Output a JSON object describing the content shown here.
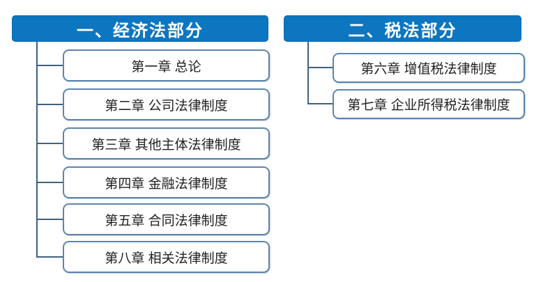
{
  "theme": {
    "header_bg": "#0d76c1",
    "header_text": "#ffffff",
    "box_border": "#5b84ae",
    "box_bg": "#ffffff",
    "connector": "#40607f",
    "chapter_text": "#222222",
    "page_bg": "#ffffff"
  },
  "sections": [
    {
      "title": "一、经济法部分",
      "chapters": [
        "第一章 总论",
        "第二章 公司法律制度",
        "第三章 其他主体法律制度",
        "第四章 金融法律制度",
        "第五章 合同法律制度",
        "第八章 相关法律制度"
      ]
    },
    {
      "title": "二、税法部分",
      "chapters": [
        "第六章 增值税法律制度",
        "第七章 企业所得税法律制度"
      ]
    }
  ]
}
